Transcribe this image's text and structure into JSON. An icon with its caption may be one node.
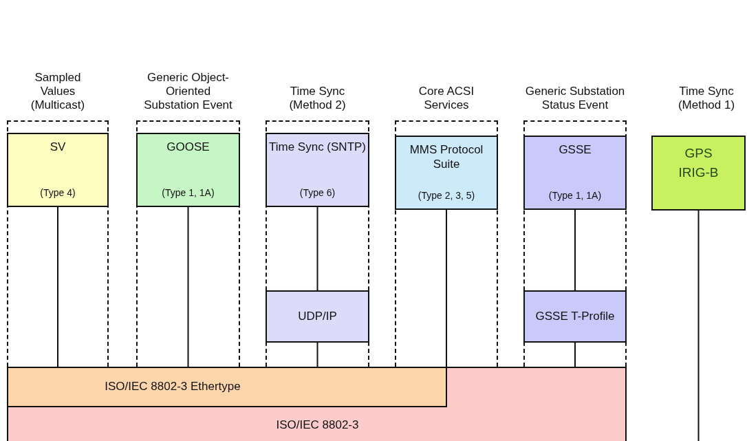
{
  "diagram": {
    "nodes": [
      {
        "text": [
          "Sampled Values (Multicast)"
        ]
      },
      {
        "text": [
          "SV",
          "(Type 4)"
        ],
        "in": 0
      },
      {
        "text": [
          "Generic Object-Oriented Substation Event"
        ]
      },
      {
        "text": [
          "GOOSE",
          "(Type 1, 1A)"
        ],
        "in": 2
      },
      {
        "text": [
          "Time Sync (Method 2)"
        ]
      },
      {
        "text": [
          "Time Sync (SNTP)",
          "(Type 6)"
        ],
        "in": 4
      },
      {
        "text": [
          "UDP/IP"
        ],
        "in": 4
      },
      {
        "text": [
          "Core ACSI Services"
        ]
      },
      {
        "text": [
          "MMS Protocol Suite",
          "(Type 2, 3, 5)"
        ],
        "in": 7
      },
      {
        "text": [
          "Generic Substation Status Event"
        ]
      },
      {
        "text": [
          "GSSE",
          "(Type 1, 1A)"
        ],
        "in": 9
      },
      {
        "text": [
          "GSSE T-Profile"
        ],
        "in": 9
      },
      {
        "text": [
          "GPS IRIG-B"
        ],
        "beside": [
          "Time Sync (Method 1)"
        ]
      },
      {
        "text": [
          "ISO/IEC 8802-3"
        ]
      },
      {
        "text": [
          "ISO/IEC 8802-3 Ethertype"
        ],
        "in": 13
      }
    ],
    "edges": [
      {
        "from": 1,
        "to": 14,
        "arrow": "none"
      },
      {
        "from": 3,
        "to": 14,
        "arrow": "none"
      },
      {
        "from": 5,
        "to": 6,
        "arrow": "none"
      },
      {
        "from": 6,
        "to": 14,
        "arrow": "none"
      },
      {
        "from": 8,
        "to": 13,
        "arrow": "none"
      },
      {
        "from": 10,
        "to": 11,
        "arrow": "none"
      },
      {
        "from": 11,
        "to": 13,
        "arrow": "none"
      },
      {
        "from": 12,
        "to": null,
        "arrow": "none"
      }
    ]
  }
}
